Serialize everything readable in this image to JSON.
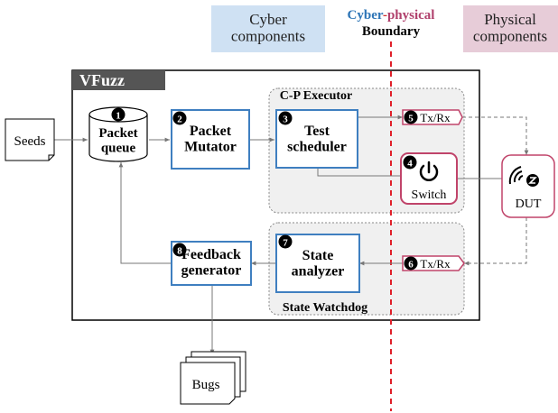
{
  "legend": {
    "cyber": "Cyber\ncomponents",
    "physical": "Physical\ncomponents",
    "boundary_cyber": "Cyber",
    "boundary_dash": "-",
    "boundary_physical": "physical",
    "boundary_word": "Boundary"
  },
  "frame": {
    "title": "VFuzz"
  },
  "groups": {
    "executor": "C-P Executor",
    "watchdog": "State Watchdog"
  },
  "nodes": {
    "seeds": "Seeds",
    "queue": "Packet\nqueue",
    "mutator": "Packet\nMutator",
    "scheduler": "Test\nscheduler",
    "switch": "Switch",
    "txrx_top": "Tx/Rx",
    "txrx_bottom": "Tx/Rx",
    "dut": "DUT",
    "analyzer": "State\nanalyzer",
    "feedback": "Feedback\ngenerator",
    "bugs": "Bugs"
  },
  "badges": {
    "b1": "1",
    "b2": "2",
    "b3": "3",
    "b4": "4",
    "b5": "5",
    "b6": "6",
    "b7": "7",
    "b8": "8"
  },
  "colors": {
    "cyber_bg": "#cfe1f3",
    "physical_bg": "#e7ccd8",
    "boundary_line": "#e0202a",
    "component_border": "#3f7fc0",
    "physical_border": "#c0446a",
    "group_bg": "#f0f0f0",
    "frame_header": "#555555",
    "cyber_text": "#2e75b6",
    "physical_text": "#b0406c"
  },
  "icons": {
    "switch": "power-icon",
    "dut": "zwave-wireless-icon"
  }
}
